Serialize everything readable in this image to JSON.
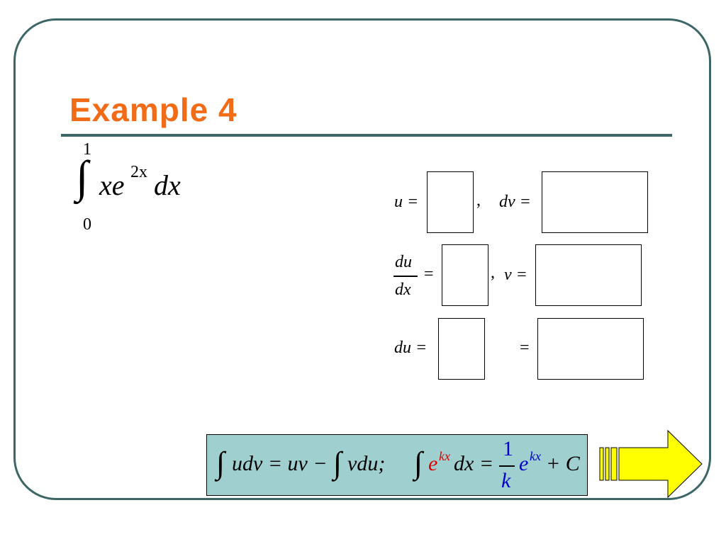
{
  "slide": {
    "title": "Example 4"
  },
  "problem": {
    "upper_limit": "1",
    "lower_limit": "0",
    "integral_sign": "∫",
    "integrand": "xe",
    "exponent": "2x",
    "differential": "dx"
  },
  "worksheet": {
    "u_label": "u =",
    "comma1": ",",
    "dv_label": "dv =",
    "du_num": "du",
    "du_den": "dx",
    "eq1": "=",
    "comma2": ",",
    "v_label": "v =",
    "du_label": "du =",
    "eq2": "="
  },
  "formula": {
    "ibp_sign1": "∫",
    "ibp_lhs": "udv = uv −",
    "ibp_sign2": "∫",
    "ibp_rhs": "vdu;",
    "exp_sign": "∫",
    "exp_base": "e",
    "exp_power": "kx",
    "exp_dx": "dx =",
    "frac_num": "1",
    "frac_den": "k",
    "exp_base2": "e",
    "exp_power2": "kx",
    "plus_c": "+ C"
  },
  "colors": {
    "title": "#f26b16",
    "frame": "#3d6666",
    "formula_bg": "#9fcfcf",
    "arrow": "#ffff00"
  },
  "icons": {
    "next": "next-arrow-icon"
  }
}
